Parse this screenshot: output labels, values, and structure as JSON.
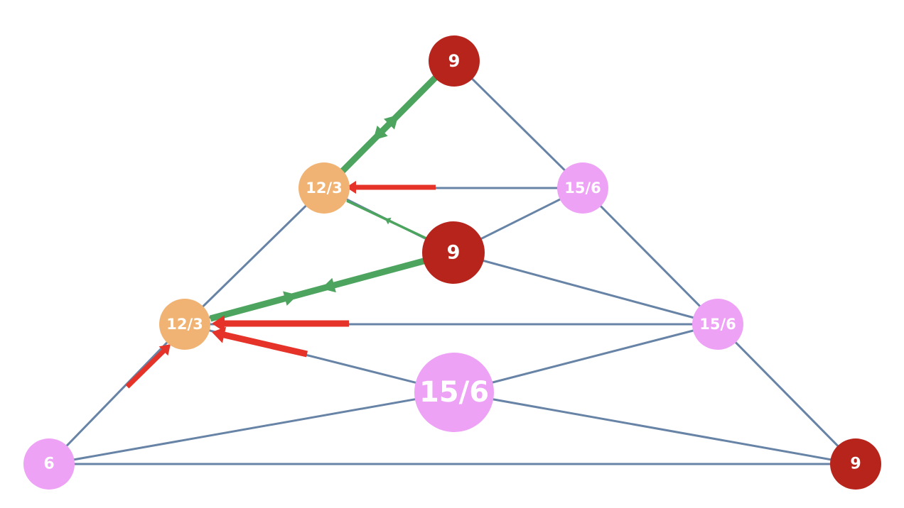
{
  "diagram": {
    "colors": {
      "edge": "#6783a6",
      "green": "#4ca45f",
      "red": "#e63329",
      "dark_red": "#b7241c",
      "orange": "#f1b373",
      "pink": "#eea2f6",
      "label": "#ffffff"
    },
    "nodes": [
      {
        "id": "top",
        "label": "9",
        "color": "dark_red"
      },
      {
        "id": "left_upper",
        "label": "12/3",
        "color": "orange"
      },
      {
        "id": "right_upper",
        "label": "15/6",
        "color": "pink"
      },
      {
        "id": "center_upper",
        "label": "9",
        "color": "dark_red"
      },
      {
        "id": "left_mid",
        "label": "12/3",
        "color": "orange"
      },
      {
        "id": "right_mid",
        "label": "15/6",
        "color": "pink"
      },
      {
        "id": "center_lower",
        "label": "15/6",
        "color": "pink"
      },
      {
        "id": "bottom_left",
        "label": "6",
        "color": "pink"
      },
      {
        "id": "bottom_right",
        "label": "9",
        "color": "dark_red"
      }
    ],
    "edges": [
      [
        "top",
        "left_upper"
      ],
      [
        "top",
        "right_upper"
      ],
      [
        "left_upper",
        "right_upper"
      ],
      [
        "left_upper",
        "center_upper"
      ],
      [
        "right_upper",
        "center_upper"
      ],
      [
        "left_upper",
        "left_mid"
      ],
      [
        "right_upper",
        "right_mid"
      ],
      [
        "center_upper",
        "left_mid"
      ],
      [
        "center_upper",
        "right_mid"
      ],
      [
        "left_mid",
        "right_mid"
      ],
      [
        "left_mid",
        "center_lower"
      ],
      [
        "right_mid",
        "center_lower"
      ],
      [
        "left_mid",
        "bottom_left"
      ],
      [
        "right_mid",
        "bottom_right"
      ],
      [
        "center_lower",
        "bottom_left"
      ],
      [
        "center_lower",
        "bottom_right"
      ],
      [
        "bottom_left",
        "bottom_right"
      ]
    ],
    "flows": [
      {
        "color": "green",
        "from": "top",
        "to": "left_upper",
        "weight": "heavy",
        "markers": [
          "forward",
          "backward"
        ]
      },
      {
        "color": "green",
        "from": "left_upper",
        "to": "center_upper",
        "weight": "thin",
        "markers": [
          "forward"
        ]
      },
      {
        "color": "green",
        "from": "center_upper",
        "to": "left_mid",
        "weight": "heavy",
        "markers": [
          "backward",
          "forward"
        ]
      },
      {
        "color": "red",
        "from": "right_upper",
        "to": "left_upper",
        "weight": "medium",
        "markers": [
          "arrowhead"
        ]
      },
      {
        "color": "red",
        "from": "right_mid",
        "to": "left_mid",
        "weight": "heavy",
        "markers": [
          "arrowhead"
        ]
      },
      {
        "color": "red",
        "from": "center_lower",
        "to": "left_mid",
        "weight": "heavy",
        "markers": [
          "arrowhead"
        ]
      },
      {
        "color": "red",
        "from": "bottom_left",
        "to": "left_mid",
        "weight": "medium",
        "markers": [
          "arrowhead"
        ]
      }
    ]
  }
}
